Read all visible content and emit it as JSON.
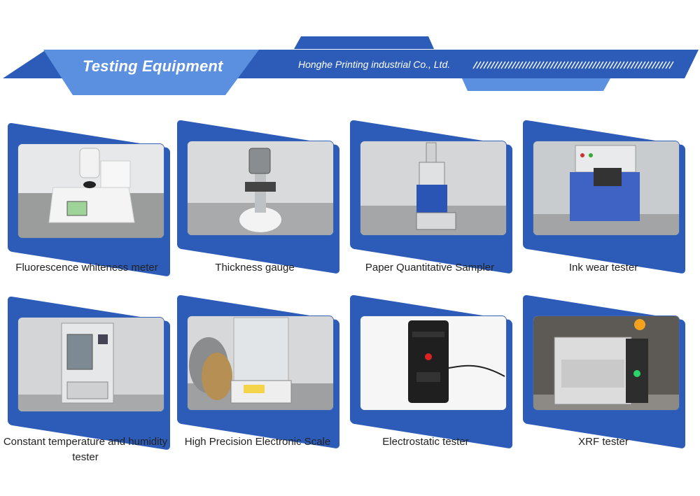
{
  "banner": {
    "title": "Testing Equipment",
    "company": "Honghe Printing industrial Co., Ltd."
  },
  "colors": {
    "dark_blue": "#2c5cb8",
    "light_blue": "#5b8fe0",
    "caption_text": "#222222"
  },
  "items": [
    {
      "label": "Fluorescence whiteness meter",
      "icon": "whiteness-meter-photo"
    },
    {
      "label": "Thickness gauge",
      "icon": "thickness-gauge-photo"
    },
    {
      "label": "Paper Quantitative Sampler",
      "icon": "paper-sampler-photo"
    },
    {
      "label": "Ink wear tester",
      "icon": "ink-wear-tester-photo"
    },
    {
      "label": "Constant temperature and humidity tester",
      "icon": "climate-chamber-photo"
    },
    {
      "label": "High Precision Electronic Scale",
      "icon": "electronic-scale-photo"
    },
    {
      "label": "Electrostatic tester",
      "icon": "electrostatic-tester-photo"
    },
    {
      "label": "XRF tester",
      "icon": "xrf-tester-photo"
    }
  ]
}
